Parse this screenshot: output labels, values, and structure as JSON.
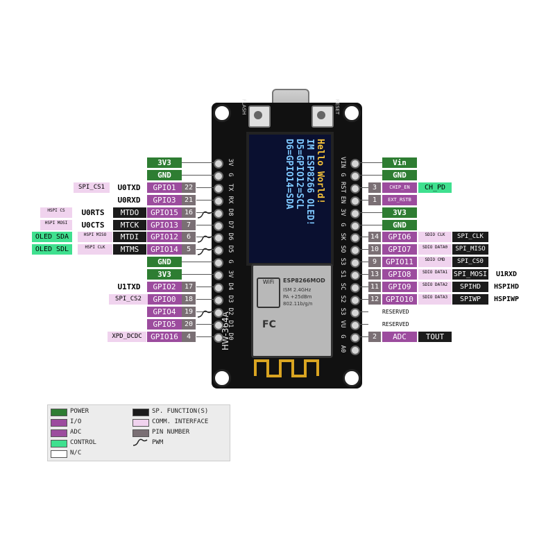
{
  "board": {
    "model": "HW-364A",
    "flash_label": "FLASH",
    "reset_label": "RESET",
    "module_brand": "WiFi",
    "module_name": "ESP8266MOD",
    "module_freq": "ISM 2.4GHz",
    "module_power": "PA +25dBm",
    "module_standard": "802.11b/g/n",
    "module_fc": "FC"
  },
  "oled": {
    "line1": "Hello World!",
    "line2": "IM ESP8266 OLED!",
    "line3": "D5=GPIO12=SCL",
    "line4": "D6=GPIO14=SDA"
  },
  "left_silk": [
    "3V",
    "G",
    "TX",
    "RX",
    "D8",
    "D7",
    "D6",
    "D5",
    "G",
    "3V",
    "D4",
    "D3",
    "D2",
    "D1",
    "D0"
  ],
  "right_silk": [
    "VIN",
    "G",
    "RST",
    "EN",
    "3V",
    "G",
    "SK",
    "SO",
    "S3",
    "S1",
    "SC",
    "S2",
    "S3",
    "VU",
    "G",
    "A0"
  ],
  "left_rows": [
    {
      "power": "3V3"
    },
    {
      "power": "GND"
    },
    {
      "comm": "SPI_CS1",
      "func": "U0TXD",
      "gpio": "GPIO1",
      "pin": "22"
    },
    {
      "func": "U0RXD",
      "gpio": "GPIO3",
      "pin": "21"
    },
    {
      "comm": "HSPI CS",
      "func": "U0RTS",
      "func2": "MTDO",
      "gpio": "GPIO15",
      "pin": "16",
      "pwm": true
    },
    {
      "comm": "HSPI MOSI",
      "func": "U0CTS",
      "func2": "MTCK",
      "gpio": "GPIO13",
      "pin": "7"
    },
    {
      "ctrl": "OLED SDA",
      "comm": "HSPI MISO",
      "func2": "MTDI",
      "gpio": "GPIO12",
      "pin": "6",
      "pwm": true
    },
    {
      "ctrl": "OLED SDL",
      "comm": "HSPI CLK",
      "func2": "MTMS",
      "gpio": "GPIO14",
      "pin": "5",
      "pwm": true
    },
    {
      "power": "GND"
    },
    {
      "power": "3V3"
    },
    {
      "func": "U1TXD",
      "gpio": "GPIO2",
      "pin": "17"
    },
    {
      "comm": "SPI_CS2",
      "gpio": "GPIO0",
      "pin": "18"
    },
    {
      "gpio": "GPIO4",
      "pin": "19",
      "pwm": true
    },
    {
      "gpio": "GPIO5",
      "pin": "20"
    },
    {
      "comm": "XPD_DCDC",
      "gpio": "GPIO16",
      "pin": "4"
    }
  ],
  "right_rows": [
    {
      "power": "Vin"
    },
    {
      "power": "GND"
    },
    {
      "pin": "3",
      "label": "CHIP_EN",
      "ctrl": "CH_PD"
    },
    {
      "pin": "1",
      "label": "EXT_RSTB"
    },
    {
      "power": "3V3"
    },
    {
      "power": "GND"
    },
    {
      "pin": "14",
      "gpio": "GPIO6",
      "comm": "SDIO CLK",
      "func": "SPI_CLK"
    },
    {
      "pin": "10",
      "gpio": "GPIO7",
      "comm": "SDIO DATA0",
      "func": "SPI_MISO"
    },
    {
      "pin": "9",
      "gpio": "GPIO11",
      "comm": "SDIO CMD",
      "func": "SPI_CS0"
    },
    {
      "pin": "13",
      "gpio": "GPIO8",
      "comm": "SDIO DATA1",
      "func": "SPI_MOSI",
      "func2": "U1RXD"
    },
    {
      "pin": "11",
      "gpio": "GPIO9",
      "comm": "SDIO DATA2",
      "func": "SPIHD",
      "func2": "HSPIHD"
    },
    {
      "pin": "12",
      "gpio": "GPIO10",
      "comm": "SDIO DATA3",
      "func": "SPIWP",
      "func2": "HSPIWP"
    },
    {
      "label": "RESERVED"
    },
    {
      "label": "RESERVED"
    },
    {
      "pin": "2",
      "adc": "ADC",
      "func": "TOUT"
    }
  ],
  "legend": {
    "items": [
      {
        "label": "POWER",
        "color": "#2e7d32"
      },
      {
        "label": "I/O",
        "color": "#9c4c9e"
      },
      {
        "label": "ADC",
        "color": "#9c4c9e"
      },
      {
        "label": "CONTROL",
        "color": "#3fe08f"
      },
      {
        "label": "N/C",
        "color": "#ffffff"
      },
      {
        "label": "SP. FUNCTION(S)",
        "color": "#1b1b1b"
      },
      {
        "label": "COMM. INTERFACE",
        "color": "#f0d3ee"
      },
      {
        "label": "PIN NUMBER",
        "color": "#7a6f74"
      },
      {
        "label": "PWM",
        "color": "none"
      }
    ]
  },
  "colors": {
    "power": "#2e7d32",
    "gpio": "#9c4c9e",
    "control": "#3fe08f",
    "func": "#1b1b1b",
    "comm": "#f0d3ee",
    "pin": "#7a6f74"
  }
}
